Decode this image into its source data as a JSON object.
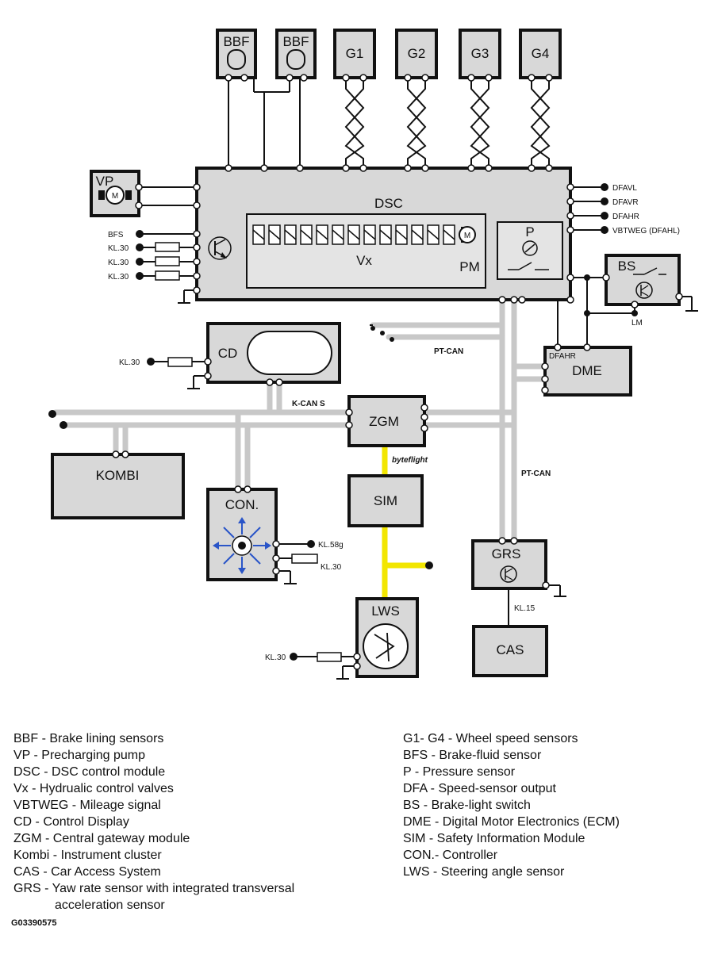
{
  "blocks": {
    "bbf": "BBF",
    "g1": "G1",
    "g2": "G2",
    "g3": "G3",
    "g4": "G4",
    "vp": "VP",
    "dsc": "DSC",
    "vx": "Vx",
    "pm": "PM",
    "p": "P",
    "bs": "BS",
    "cd": "CD",
    "dme": "DME",
    "zgm": "ZGM",
    "kombi": "KOMBI",
    "con": "CON.",
    "sim": "SIM",
    "grs": "GRS",
    "lws": "LWS",
    "cas": "CAS",
    "motor": "M"
  },
  "signals": {
    "dfavl": "DFAVL",
    "dfavr": "DFAVR",
    "dfahr": "DFAHR",
    "vbtweg": "VBTWEG (DFAHL)",
    "bfs": "BFS",
    "kl30": "KL.30",
    "lm": "LM",
    "dfahr_dme": "DFAHR",
    "kl58g": "KL.58g",
    "kl15": "KL.15"
  },
  "buses": {
    "pt_can": "PT-CAN",
    "k_can_s": "K-CAN S",
    "byteflight": "byteflight"
  },
  "legend": {
    "left": [
      "BBF - Brake lining sensors",
      "VP - Precharging pump",
      "DSC - DSC control module",
      "Vx - Hydrualic control valves",
      "VBTWEG - Mileage signal",
      "CD - Control Display",
      "ZGM - Central gateway module",
      "Kombi - Instrument cluster",
      "CAS - Car Access System",
      "GRS - Yaw rate sensor with integrated transversal",
      "acceleration sensor"
    ],
    "right": [
      "G1- G4 - Wheel speed sensors",
      "BFS - Brake-fluid sensor",
      "P - Pressure sensor",
      "DFA - Speed-sensor output",
      "BS - Brake-light switch",
      "DME - Digital Motor Electronics (ECM)",
      "SIM - Safety Information Module",
      "CON.- Controller",
      "LWS - Steering angle sensor"
    ]
  },
  "figure_id": "G03390575",
  "colors": {
    "block_fill": "#d8d8d8",
    "bus": "#c8c8c8",
    "byteflight": "#f2e600",
    "controller_arrows": "#2a55c8"
  }
}
